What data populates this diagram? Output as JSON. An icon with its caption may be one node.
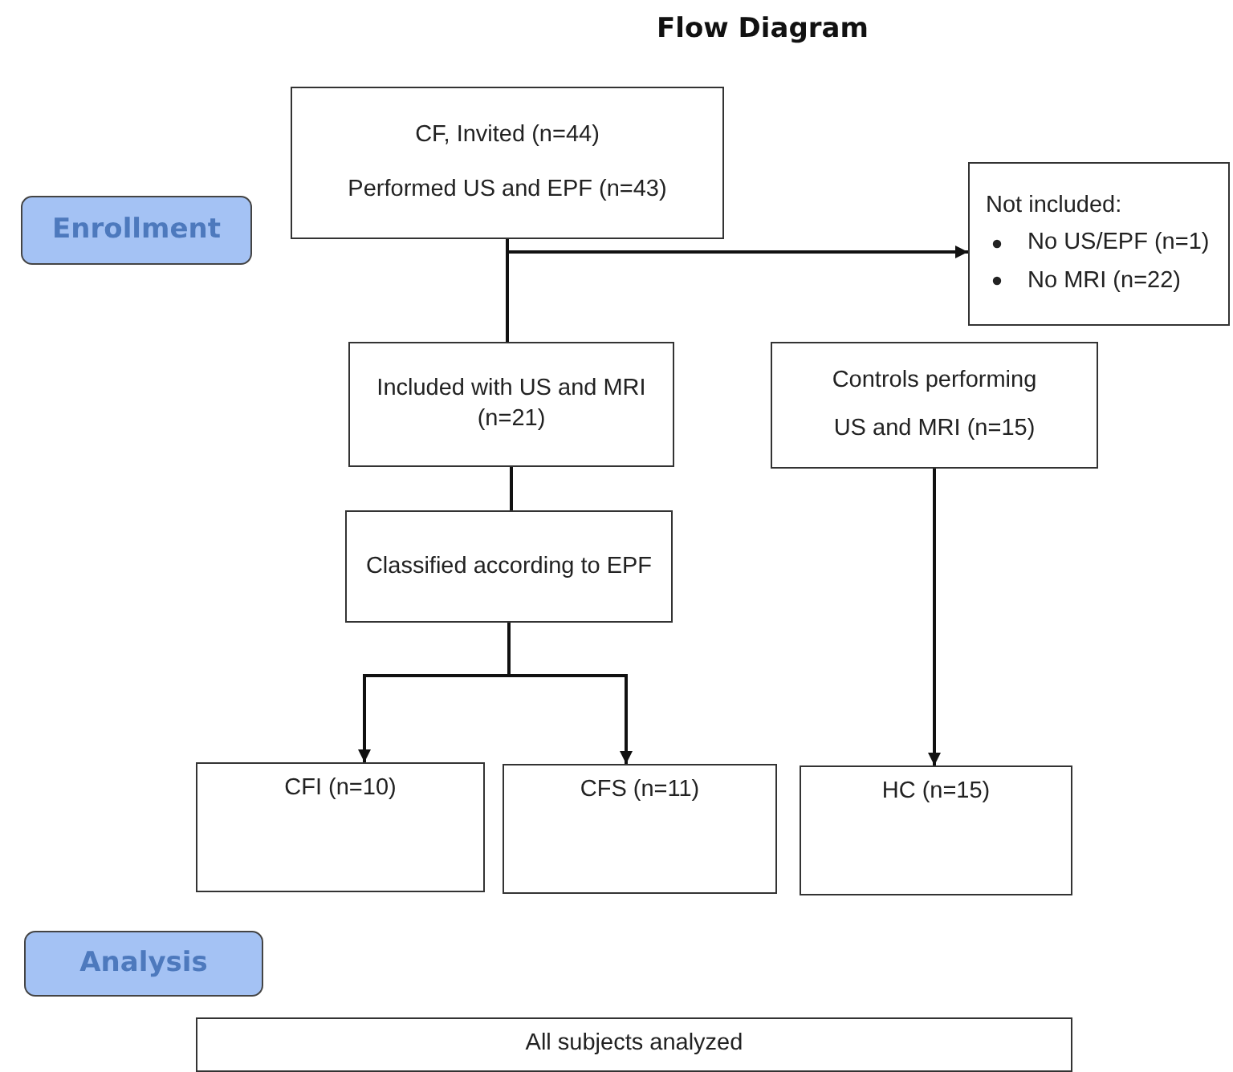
{
  "diagram": {
    "title": "Flow Diagram",
    "nodes": [
      {
        "text": [
          "Enrollment"
        ]
      },
      {
        "text": [
          "CF, Invited (n=44)",
          "Performed US and EPF (n=43)"
        ]
      },
      {
        "text": [
          "Not included:",
          "No US/EPF (n=1)",
          "No MRI (n=22)"
        ]
      },
      {
        "text": [
          "Included with US and MRI (n=21)"
        ]
      },
      {
        "text": [
          "Controls performing",
          "US and MRI (n=15)"
        ]
      },
      {
        "text": [
          "Classified according to EPF"
        ]
      },
      {
        "text": [
          "CFI (n=10)"
        ]
      },
      {
        "text": [
          "CFS (n=11)"
        ]
      },
      {
        "text": [
          "HC (n=15)"
        ]
      },
      {
        "text": [
          "Analysis"
        ]
      },
      {
        "text": [
          "All subjects analyzed"
        ]
      }
    ],
    "edges": [
      {
        "from": 1,
        "to": 2,
        "arrow": "to"
      },
      {
        "from": 1,
        "to": 3,
        "arrow": "none"
      },
      {
        "from": 3,
        "to": 5,
        "arrow": "none"
      },
      {
        "from": 5,
        "to": 6,
        "arrow": "to"
      },
      {
        "from": 5,
        "to": 7,
        "arrow": "to"
      },
      {
        "from": 4,
        "to": 8,
        "arrow": "to"
      }
    ]
  }
}
